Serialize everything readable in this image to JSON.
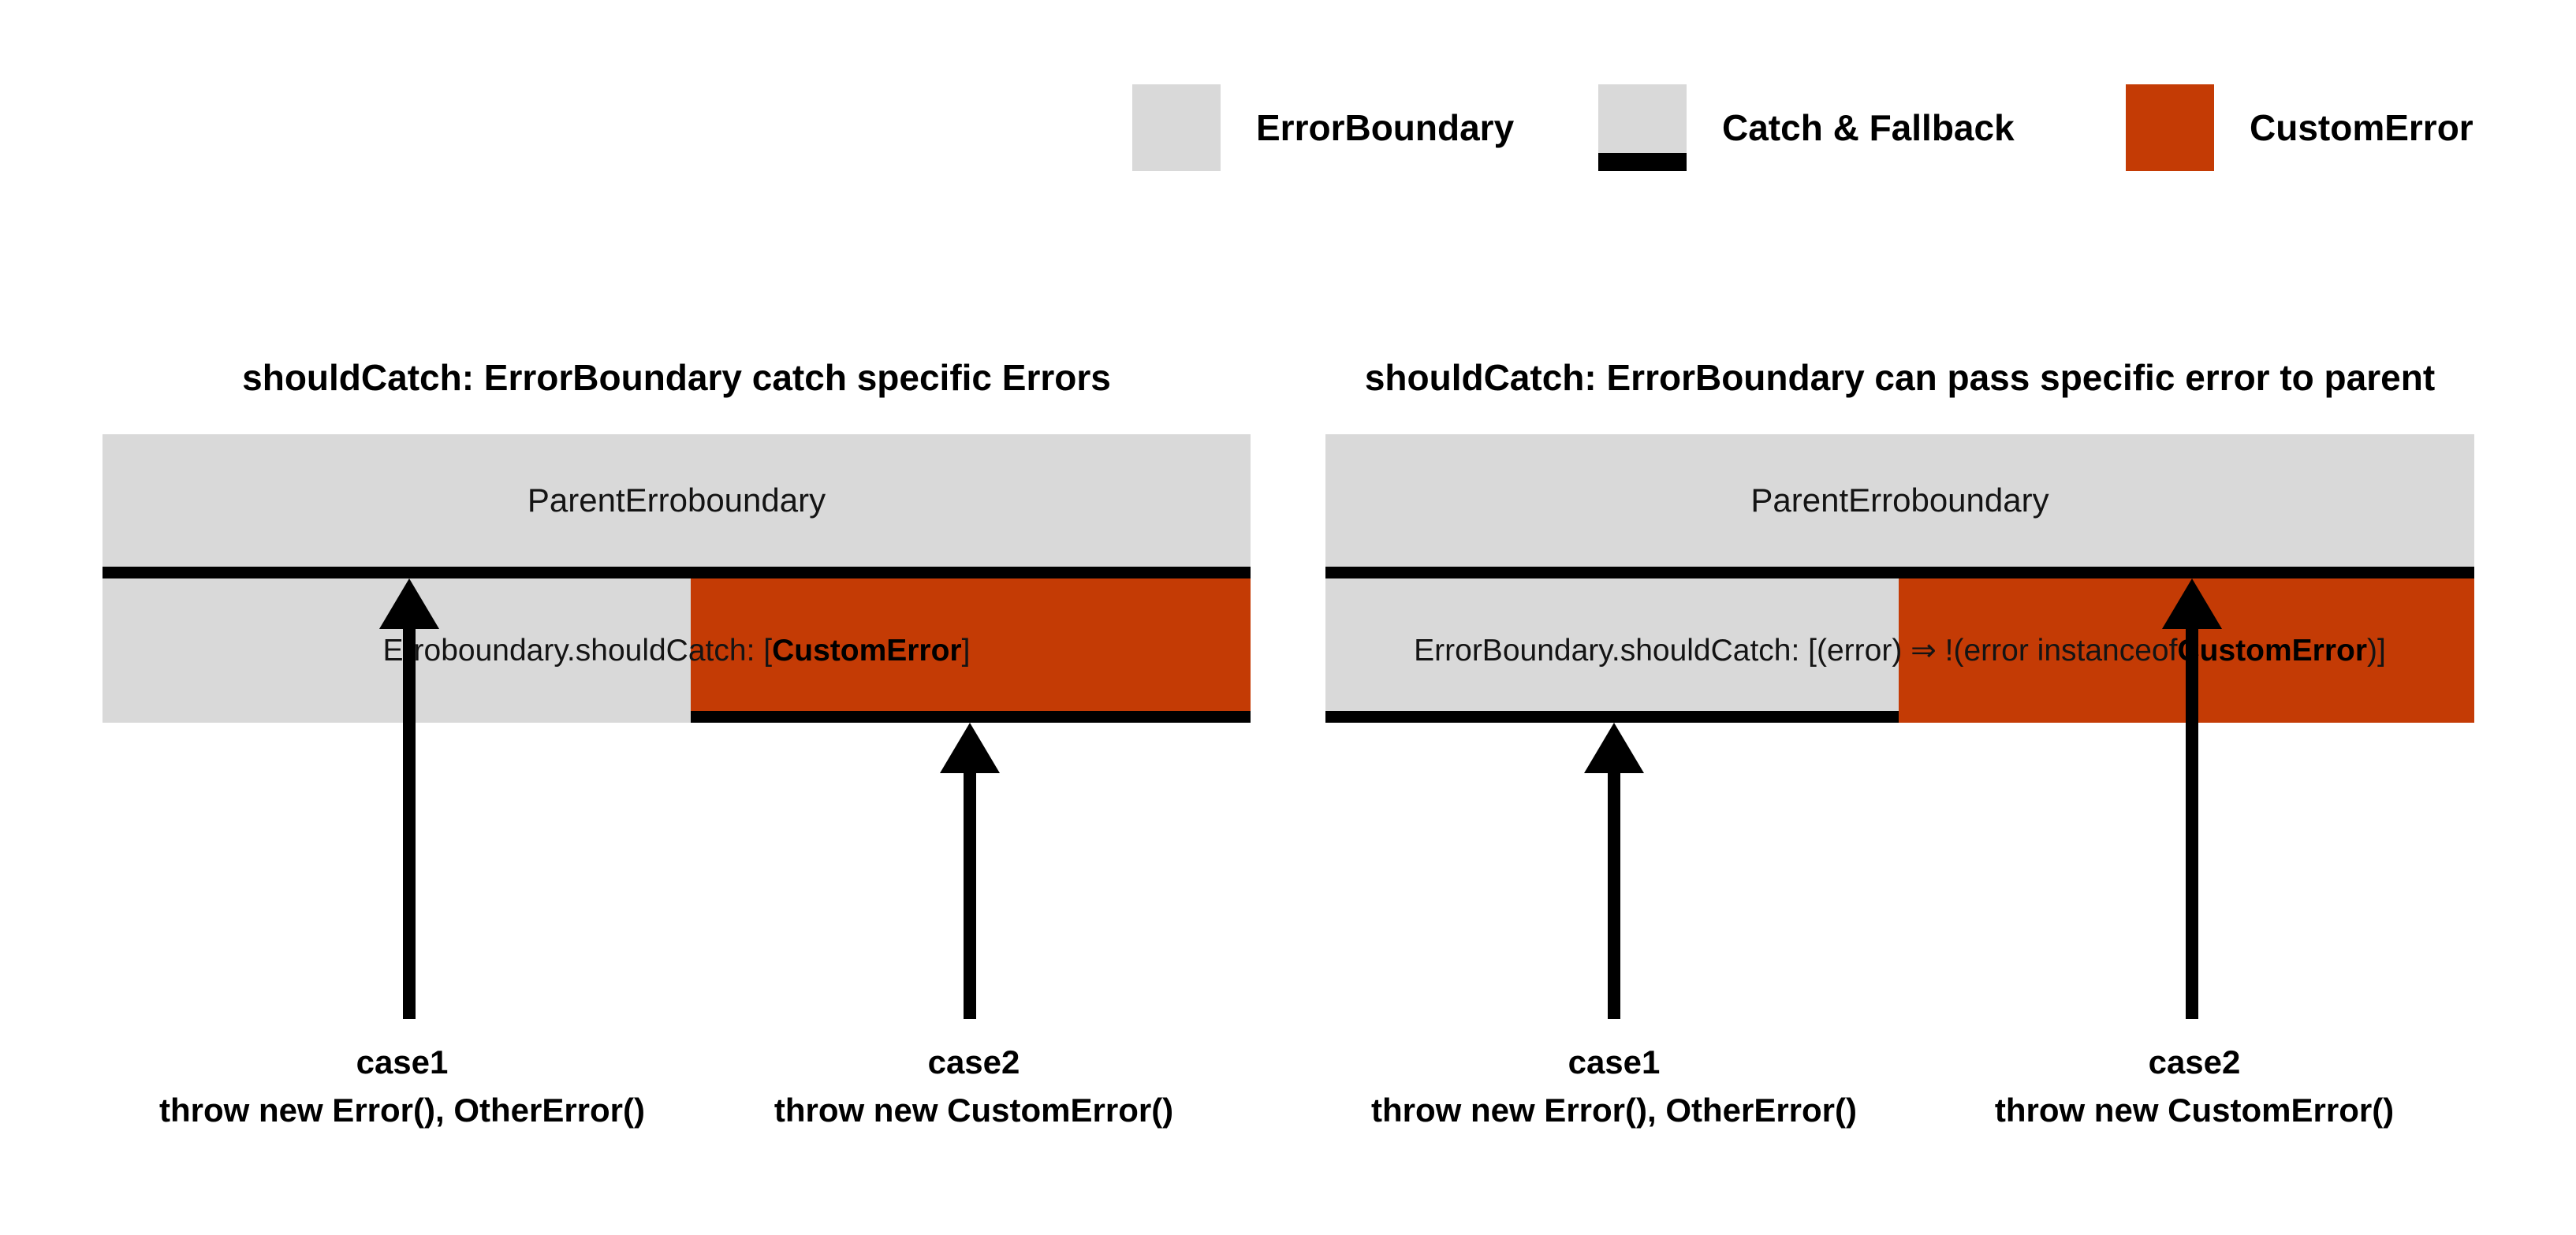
{
  "colors": {
    "boundary_gray": "#D9D9D9",
    "catch_black": "#000000",
    "custom_error_orange": "#C43B05"
  },
  "legend": {
    "items": [
      {
        "label": "ErrorBoundary",
        "swatch": "error-boundary"
      },
      {
        "label": "Catch & Fallback",
        "swatch": "catch-and-fallback"
      },
      {
        "label": "CustomError",
        "swatch": "custom-error"
      }
    ]
  },
  "diagrams": [
    {
      "title": "shouldCatch: ErrorBoundary catch specific Errors",
      "parent_label": "ParentErroboundary",
      "child_text": {
        "prefix": "Erroboundary.shouldCatch: [",
        "bold": "CustomError",
        "suffix": "]"
      },
      "cases": [
        {
          "label": "case1",
          "code": "throw new Error(), OtherError()"
        },
        {
          "label": "case2",
          "code": "throw new CustomError()"
        }
      ]
    },
    {
      "title": "shouldCatch: ErrorBoundary can pass specific error to parent",
      "parent_label": "ParentErroboundary",
      "child_text": {
        "prefix": "ErrorBoundary.shouldCatch: [(error) ⇒ !(error instanceof ",
        "bold": "CustomError",
        "suffix": ")]"
      },
      "cases": [
        {
          "label": "case1",
          "code": "throw new Error(), OtherError()"
        },
        {
          "label": "case2",
          "code": "throw new CustomError()"
        }
      ]
    }
  ]
}
